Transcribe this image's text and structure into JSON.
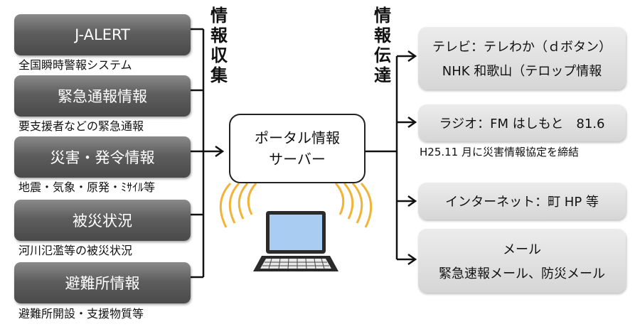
{
  "sources": [
    {
      "label": "J-ALERT",
      "sub": "全国瞬時警報システム"
    },
    {
      "label": "緊急通報情報",
      "sub": "要支援者などの緊急通報"
    },
    {
      "label": "災害・発令情報",
      "sub": "地震・気象・原発・ﾐｻｲﾙ等"
    },
    {
      "label": "被災状況",
      "sub": "河川氾濫等の被災状況"
    },
    {
      "label": "避難所情報",
      "sub": "避難所開設・支援物質等"
    }
  ],
  "collect_label": [
    "情",
    "報",
    "収",
    "集"
  ],
  "transmit_label": [
    "情",
    "報",
    "伝",
    "達"
  ],
  "server": {
    "line1": "ポータル情報",
    "line2": "サーバー"
  },
  "destinations": [
    {
      "line1": "テレビ：テレわか（ｄボタン）",
      "line2": "NHK 和歌山（テロップ情報"
    },
    {
      "line1": "ラジオ：FM はしもと　81.6",
      "note": "H25.11 月に災害情報協定を締結"
    },
    {
      "line1": "インターネット：町 HP 等"
    },
    {
      "line1": "メール",
      "line2": "緊急速報メール、防災メール"
    }
  ],
  "colors": {
    "source_box": "#5e5e5e",
    "dest_box": "#dcdcdc",
    "signal": "#f2b437",
    "screen": "#a9cdf2"
  }
}
